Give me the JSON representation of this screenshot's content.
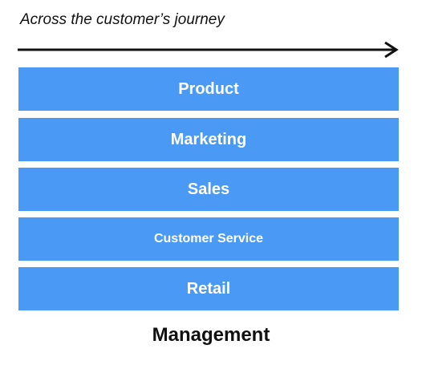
{
  "caption": "Across the customer’s journey",
  "layers": [
    {
      "label": "Product"
    },
    {
      "label": "Marketing"
    },
    {
      "label": "Sales"
    },
    {
      "label": "Customer Service"
    },
    {
      "label": "Retail"
    }
  ],
  "footer": "Management",
  "colors": {
    "bar": "#4a9af5",
    "bar_text": "#ffffff",
    "text": "#111111",
    "arrow": "#111111"
  },
  "icons": {
    "arrow": "arrow-right-icon"
  }
}
